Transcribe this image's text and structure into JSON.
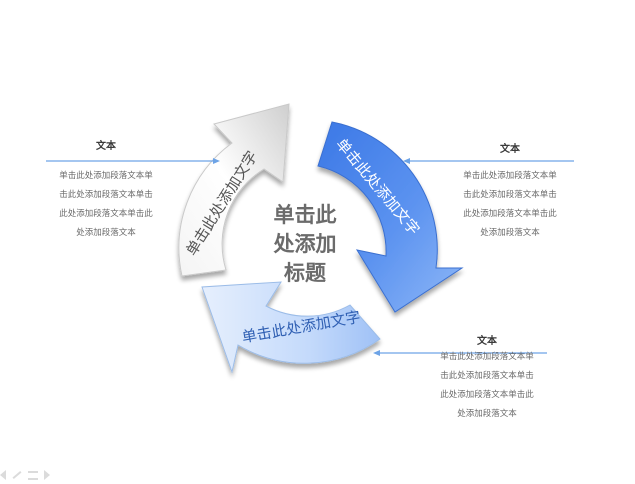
{
  "center_title": [
    "单击此",
    "处添加",
    "标题"
  ],
  "arrows": [
    {
      "label": "单击此处添加文字",
      "fill": "gray"
    },
    {
      "label": "单击此处添加文字",
      "fill": "blue"
    },
    {
      "label": "单击此处添加文字",
      "fill": "light-blue"
    }
  ],
  "annotations": {
    "left": {
      "title": "文本",
      "body": "单击此处添加段落文本单\n击此处添加段落文本单击\n此处添加段落文本单击此\n处添加段落文本"
    },
    "right": {
      "title": "文本",
      "body": "单击此处添加段落文本单\n击此处添加段落文本单击\n此处添加段落文本单击此\n处添加段落文本"
    },
    "bottom": {
      "title": "文本",
      "body": "单击此处添加段落文本单\n击此处添加段落文本单击\n此处添加段落文本单击此\n处添加段落文本"
    }
  },
  "colors": {
    "accent_line": "#6da3e6",
    "blue_dark": "#3f7fe8",
    "blue_light": "#c6dcfb",
    "gray": "#d8d8d8"
  }
}
